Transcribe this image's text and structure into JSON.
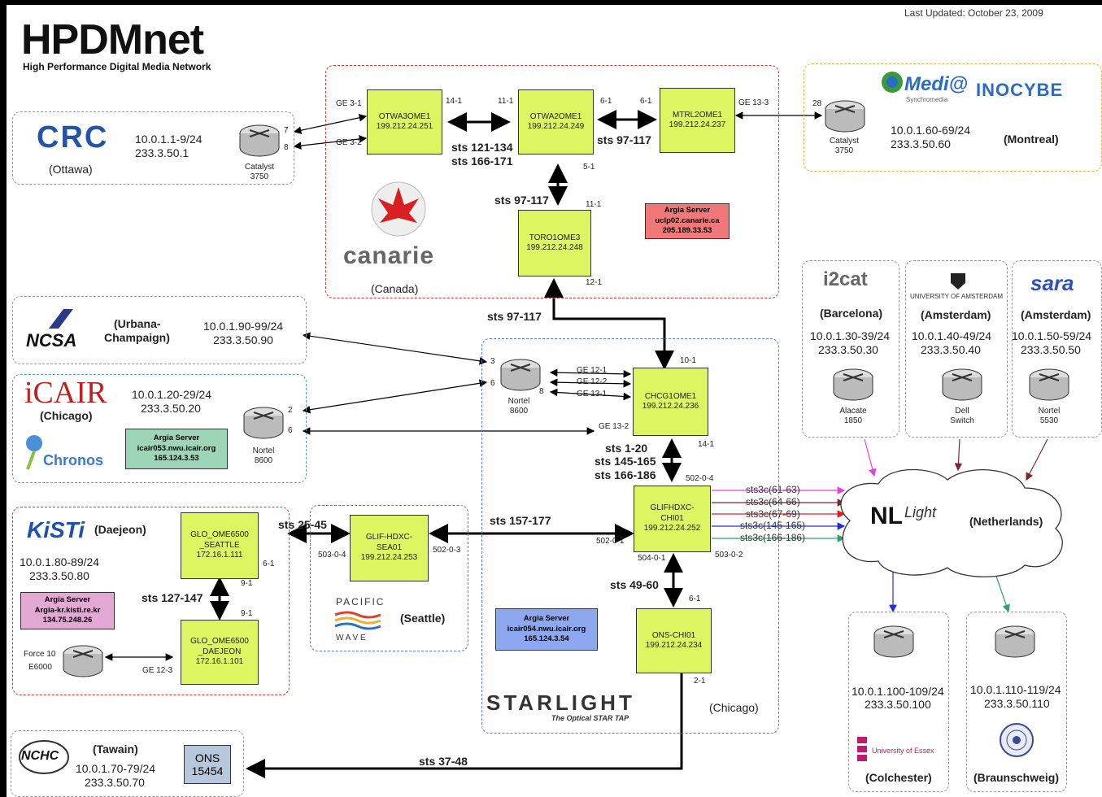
{
  "header": {
    "logo_main": "HPDMnet",
    "logo_sub": "High Performance Digital Media Network",
    "last_updated": "Last Updated: October 23, 2009"
  },
  "ottawa": {
    "ip": "10.0.1.1-9/24",
    "addr": "233.3.50.1",
    "city": "(Ottawa)",
    "sw_l1": "Catalyst",
    "sw_l2": "3750",
    "p7": "7",
    "p8": "8"
  },
  "canada": {
    "label": "(Canada)",
    "logo": "canarie",
    "n1": {
      "name": "OTWA3OME1",
      "ip": "199.212.24.251"
    },
    "n2": {
      "name": "OTWA2OME1",
      "ip": "199.212.24.249"
    },
    "n3": {
      "name": "MTRL2OME1",
      "ip": "199.212.24.237"
    },
    "n4": {
      "name": "TORO1OME3",
      "ip": "199.212.24.248"
    },
    "ge31": "GE 3-1",
    "ge32": "GE 3-2",
    "p141": "14-1",
    "p111": "11-1",
    "p61a": "6-1",
    "p61b": "6-1",
    "ge133": "GE 13-3",
    "p51": "5-1",
    "p111b": "11-1",
    "p121": "12-1",
    "sts_a": "sts 121-134",
    "sts_b": "sts 166-171",
    "sts_c": "sts 97-117",
    "sts_d": "sts 97-117",
    "argia": [
      "Argia Server",
      "uclp02.canarie.ca",
      "205.189.33.53"
    ]
  },
  "montreal": {
    "p28": "28",
    "sw_l1": "Catalyst",
    "sw_l2": "3750",
    "ip": "10.0.1.60-69/24",
    "addr": "233.3.50.60",
    "city": "(Montreal)",
    "logo1": "Medi@",
    "logo1_sub": "Synchromedia",
    "logo2": "INOCYBE"
  },
  "sts_97_117": "sts 97-117",
  "ncsa": {
    "logo": "NCSA",
    "city1": "(Urbana-",
    "city2": "Champaign)",
    "ip": "10.0.1.90-99/24",
    "addr": "233.3.50.90"
  },
  "icair": {
    "logo": "iCAIR",
    "city": "(Chicago)",
    "ip": "10.0.1.20-29/24",
    "addr": "233.3.50.20",
    "chronos": "Chronos",
    "sw_l1": "Nortel",
    "sw_l2": "8600",
    "p2": "2",
    "p6": "6",
    "argia": [
      "Argia Server",
      "icair053.nwu.icair.org",
      "165.124.3.53"
    ]
  },
  "chicago": {
    "label": "(Chicago)",
    "sw_l1": "Nortel",
    "sw_l2": "8600",
    "p3": "3",
    "p6": "6",
    "p8": "8",
    "ge121": "GE 12-1",
    "ge122": "GE 12-2",
    "ge131": "GE 13-1",
    "ge132": "GE 13-2",
    "p101": "10-1",
    "n1": {
      "name": "CHCG1OME1",
      "ip": "199.212.24.236"
    },
    "n2": {
      "name": "GLIFHDXC-",
      "name2": "CHI01",
      "ip": "199.212.24.252"
    },
    "n3": {
      "name": "ONS-CHI01",
      "ip": "199.212.24.234"
    },
    "sts1": "sts 1-20",
    "sts2": "sts 145-165",
    "sts3": "sts 166-186",
    "p141": "14-1",
    "p5024": "502-0-4",
    "p5021": "502-0-1",
    "p5040": "504-0-1",
    "p5032": "503-0-2",
    "sts4": "sts 49-60",
    "p61": "6-1",
    "p21": "2-1",
    "sts157": "sts 157-177",
    "argia": [
      "Argia Server",
      "icair054.nwu.icair.org",
      "165.124.3.54"
    ],
    "starlight": "STARLIGHT",
    "starlight_sub": "The Optical STAR TAP"
  },
  "links": [
    "sts3c(61-63)",
    "sts3c(64-66)",
    "sts3c(67-69)",
    "sts3c(145-165)",
    "sts3c(166-186)"
  ],
  "nl": {
    "logo": "NL",
    "logo2": "Light",
    "label": "(Netherlands)"
  },
  "barcelona": {
    "logo": "i2cat",
    "city": "(Barcelona)",
    "ip": "10.0.1.30-39/24",
    "addr": "233.3.50.30",
    "sw_l1": "Alacate",
    "sw_l2": "1850"
  },
  "amsterdam1": {
    "logo": "UNIVERSITY OF AMSTERDAM",
    "city": "(Amsterdam)",
    "ip": "10.0.1.40-49/24",
    "addr": "233.3.50.40",
    "sw_l1": "Dell",
    "sw_l2": "Switch"
  },
  "amsterdam2": {
    "logo": "sara",
    "city": "(Amsterdam)",
    "ip": "10.0.1.50-59/24",
    "addr": "233.3.50.50",
    "sw_l1": "Nortel",
    "sw_l2": "5530"
  },
  "kisti": {
    "logo": "KiSTi",
    "city": "(Daejeon)",
    "ip": "10.0.1.80-89/24",
    "addr": "233.3.50.80",
    "argia": [
      "Argia Server",
      "Argia-kr.kisti.re.kr",
      "134.75.248.26"
    ],
    "sw_l1": "Force 10",
    "sw_l2": "E6000",
    "ge123": "GE 12-3",
    "n1": {
      "name": "GLO_OME6500",
      "name2": "_SEATTLE",
      "ip": "172.16.1.111"
    },
    "n2": {
      "name": "GLO_OME6500",
      "name2": "_DAEJEON",
      "ip": "172.16.1.101"
    },
    "p61": "6-1",
    "p91a": "9-1",
    "p91b": "9-1",
    "sts": "sts 127-147"
  },
  "seattle": {
    "label": "(Seattle)",
    "sts": "sts 25-45",
    "n1": {
      "name": "GLIF-HDXC-",
      "name2": "SEA01",
      "ip": "199.212.24.253"
    },
    "p5030": "503-0-4",
    "p5023": "502-0-3",
    "pw1": "PACIFIC",
    "pw2": "W A V E"
  },
  "colchester": {
    "ip": "10.0.1.100-109/24",
    "addr": "233.3.50.100",
    "logo": "University of Essex",
    "city": "(Colchester)"
  },
  "braunschweig": {
    "ip": "10.0.1.110-119/24",
    "addr": "233.3.50.110",
    "city": "(Braunschweig)"
  },
  "tawain": {
    "logo": "NCHC",
    "city": "(Tawain)",
    "ip": "10.0.1.70-79/24",
    "addr": "233.3.50.70",
    "ons1": "ONS",
    "ons2": "15454",
    "sts": "sts 37-48"
  }
}
